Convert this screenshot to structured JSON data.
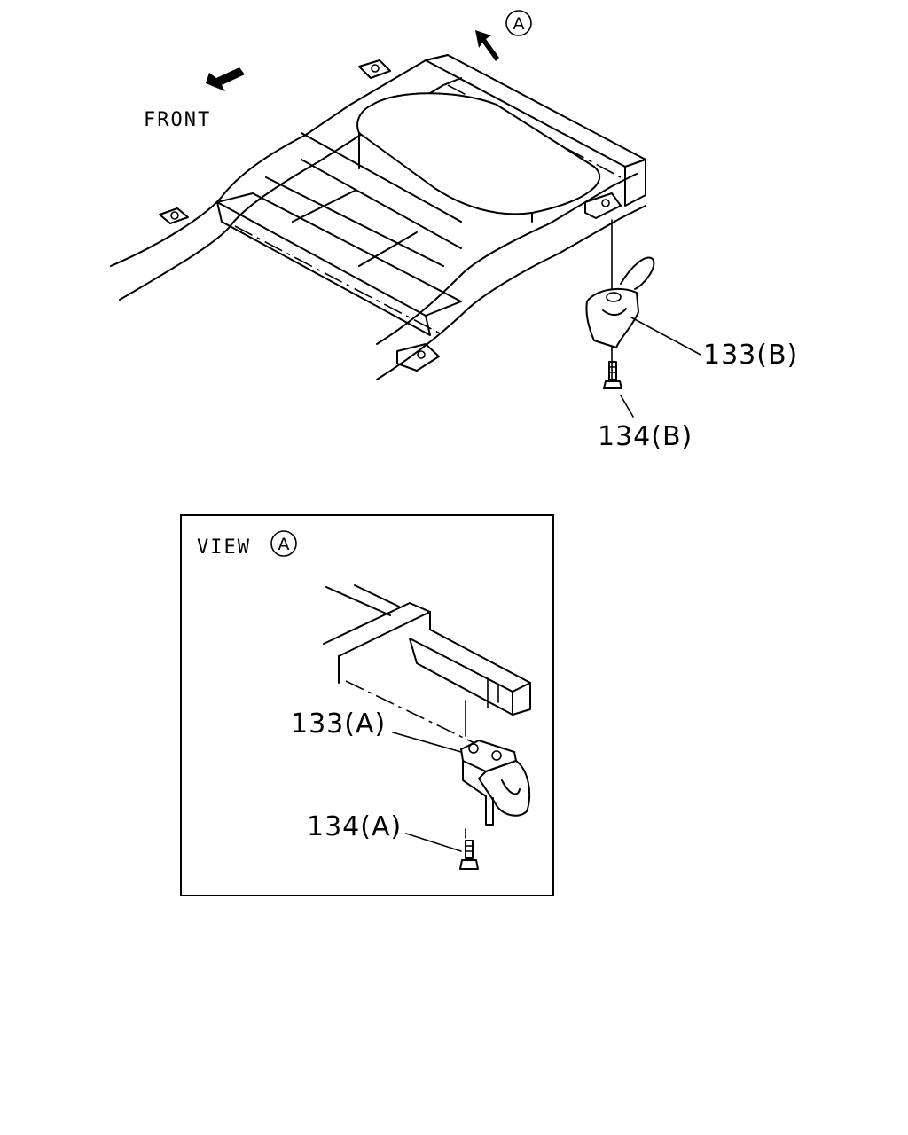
{
  "diagram": {
    "front_label": "FRONT",
    "view_marker": "A",
    "view_title": "VIEW",
    "parts": [
      {
        "ref": "133(B)"
      },
      {
        "ref": "134(B)"
      },
      {
        "ref": "133(A)"
      },
      {
        "ref": "134(A)"
      }
    ]
  }
}
